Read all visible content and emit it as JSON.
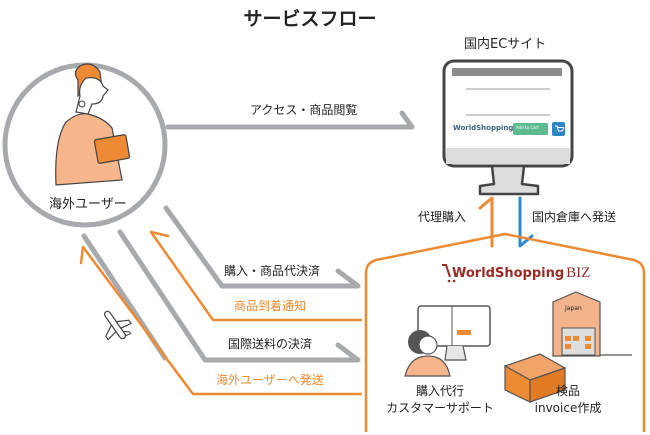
{
  "title": "サービスフロー",
  "nodes": {
    "overseas_user": {
      "label": "海外ユーザー"
    },
    "ec_site": {
      "label": "国内ECサイト",
      "screen": {
        "logo": "WorldShopping",
        "cart_button": "Add to Cart",
        "cart_icon": "shopping-cart-icon"
      }
    },
    "worldshopping_biz": {
      "logo_main": "WorldShopping",
      "logo_suffix": "BIZ",
      "services": [
        {
          "line1": "購入代行",
          "line2": "カスタマーサポート"
        },
        {
          "line1": "検品",
          "line2": "invoice作成"
        }
      ],
      "warehouse_sign": "Japan"
    }
  },
  "flows": [
    {
      "label": "アクセス・商品閲覧",
      "from": "overseas_user",
      "to": "ec_site",
      "color": "gray"
    },
    {
      "label": "代理購入",
      "from": "worldshopping_biz",
      "to": "ec_site",
      "color": "orange"
    },
    {
      "label": "国内倉庫へ発送",
      "from": "ec_site",
      "to": "worldshopping_biz",
      "color": "blue"
    },
    {
      "label": "購入・商品代決済",
      "from": "overseas_user",
      "to": "worldshopping_biz",
      "color": "gray"
    },
    {
      "label": "商品到着通知",
      "from": "worldshopping_biz",
      "to": "overseas_user",
      "color": "orange"
    },
    {
      "label": "国際送料の決済",
      "from": "overseas_user",
      "to": "worldshopping_biz",
      "color": "gray"
    },
    {
      "label": "海外ユーザーへ発送",
      "from": "worldshopping_biz",
      "to": "overseas_user",
      "color": "orange"
    }
  ],
  "colors": {
    "gray": "#a7a9ac",
    "orange": "#ee8a33",
    "blue": "#2e8bc9",
    "logo_red": "#9b2a24",
    "cart_green": "#5dba8e",
    "cart_blue": "#2e86c1"
  }
}
